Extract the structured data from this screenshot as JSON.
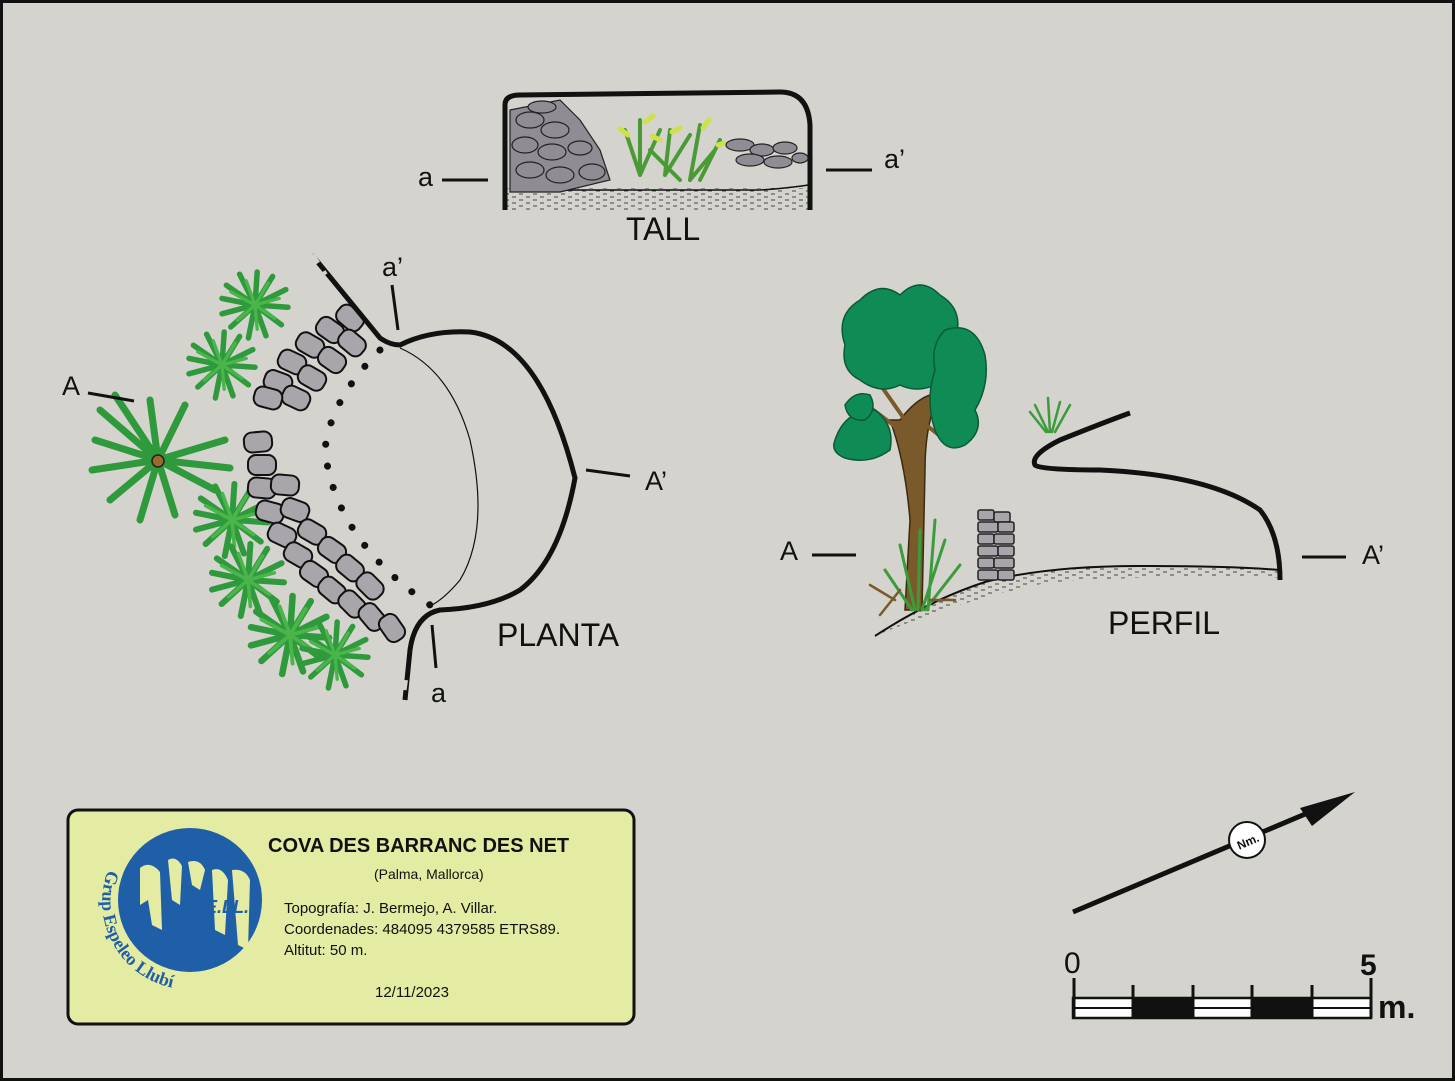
{
  "sections": {
    "tall": {
      "title": "TALL",
      "left_marker": "a",
      "right_marker": "a’"
    },
    "planta": {
      "title": "PLANTA",
      "marker_A": "A",
      "marker_A_prime": "A’",
      "marker_a": "a",
      "marker_a_prime": "a’"
    },
    "perfil": {
      "title": "PERFIL",
      "marker_A": "A",
      "marker_A_prime": "A’"
    }
  },
  "info_box": {
    "title": "COVA DES BARRANC DES NET",
    "subtitle": "(Palma, Mallorca)",
    "lines": [
      "Topografía: J. Bermejo, A. Villar.",
      "Coordenades: 484095 4379585 ETRS89.",
      "Altitut: 50 m."
    ],
    "date": "12/11/2023",
    "logo_text": "G.E.LL.",
    "logo_ring_text": "Grup Espeleo Llubí"
  },
  "north_arrow": {
    "label": "Nm."
  },
  "scale_bar": {
    "start_label": "0",
    "end_label": "5",
    "unit": "m."
  },
  "colors": {
    "background": "#d4d3cd",
    "info_box_fill": "#e4eba3",
    "logo_blue": "#1f5fa8",
    "vegetation_green": "#2f9a3c",
    "tree_green": "#0f8c55",
    "stone_gray": "#a8a5ab",
    "trunk_brown": "#7a5a2a"
  }
}
